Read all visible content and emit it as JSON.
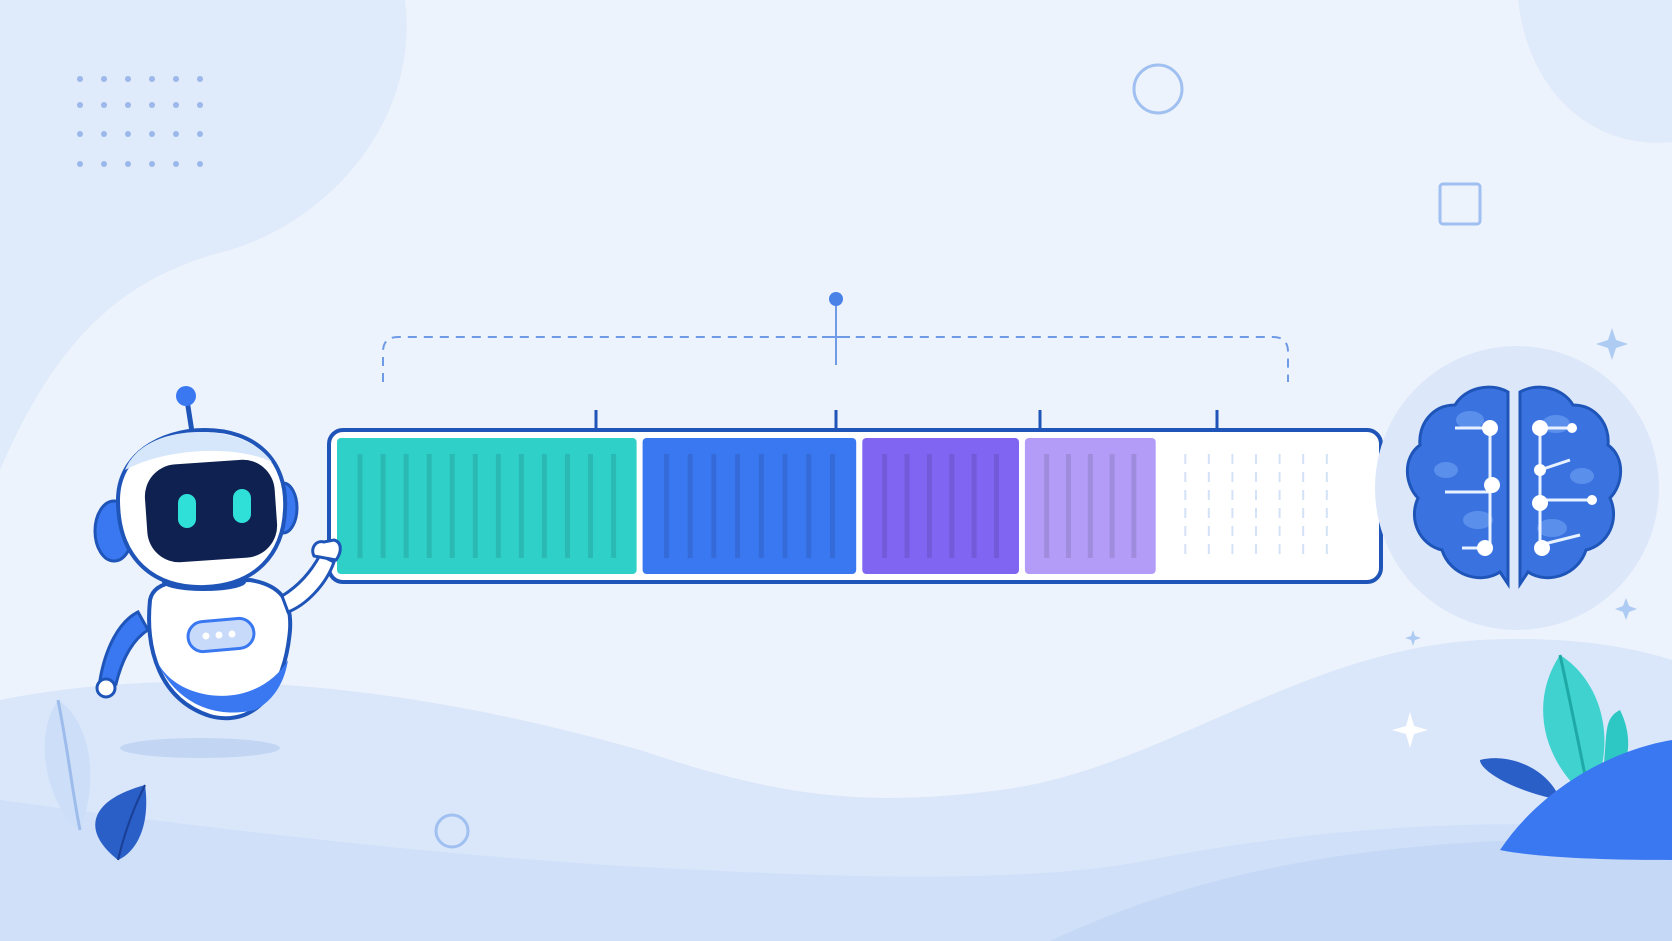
{
  "illustration": {
    "colors": {
      "background": "#edf3fc",
      "blob": "#dfeafa",
      "hill_light": "#d6e5f9",
      "hill_mid": "#c9dcf6",
      "outline": "#1f55b8",
      "teal": "#2fd0c8",
      "blue": "#3a78f2",
      "purple": "#8065f2",
      "lavender": "#b29cf7",
      "brain": "#3a73e0",
      "robot_face": "#0f2150",
      "robot_eyes": "#2ee0d8",
      "leaf_dark": "#2a5fc8",
      "leaf_teal": "#3fd2cf"
    },
    "segmented_bar": {
      "segments": [
        {
          "name": "teal-segment",
          "color": "#2fd0c8",
          "fraction": 0.295
        },
        {
          "name": "blue-segment",
          "color": "#3a78f2",
          "fraction": 0.212
        },
        {
          "name": "purple-segment",
          "color": "#8065f2",
          "fraction": 0.157
        },
        {
          "name": "lavender-segment",
          "color": "#b29cf7",
          "fraction": 0.132
        },
        {
          "name": "empty-segment",
          "color": "#ffffff",
          "fraction": 0.188
        }
      ],
      "filled_fraction": 0.812,
      "tick_marks": 4
    },
    "icons": [
      "robot-icon",
      "brain-circuit-icon",
      "leaf-icon",
      "sparkle-icon"
    ]
  }
}
